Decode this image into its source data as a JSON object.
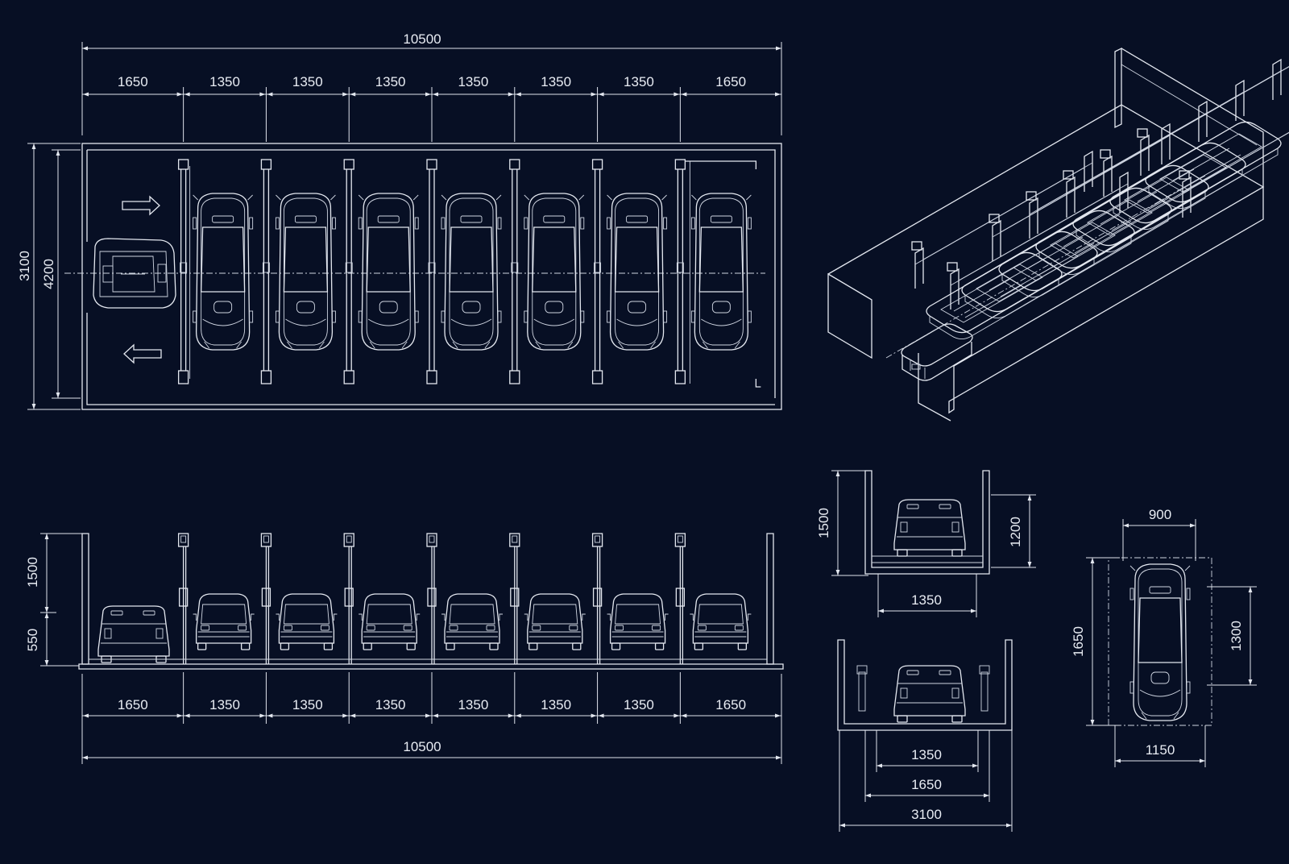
{
  "plan": {
    "total_width": "10500",
    "segments": [
      "1650",
      "1350",
      "1350",
      "1350",
      "1350",
      "1350",
      "1350",
      "1650"
    ],
    "outer_depth": "3100",
    "inner_depth": "4200"
  },
  "elevation": {
    "upper_height": "1500",
    "lower_height": "550",
    "segments": [
      "1650",
      "1350",
      "1350",
      "1350",
      "1350",
      "1350",
      "1350",
      "1650"
    ],
    "total_width": "10500"
  },
  "section_top": {
    "height_outer": "1500",
    "height_inner": "1200",
    "width": "1350"
  },
  "section_bottom": {
    "width_inner": "1350",
    "width_mid": "1650",
    "width_outer": "3100"
  },
  "robot_plan": {
    "top_width": "900",
    "length": "1650",
    "inner_length": "1300",
    "bottom_width": "1150"
  },
  "colors": {
    "background": "#070f24",
    "lines": "#e3e7ef"
  },
  "icons": [
    "arrow-right-icon",
    "arrow-left-icon"
  ]
}
